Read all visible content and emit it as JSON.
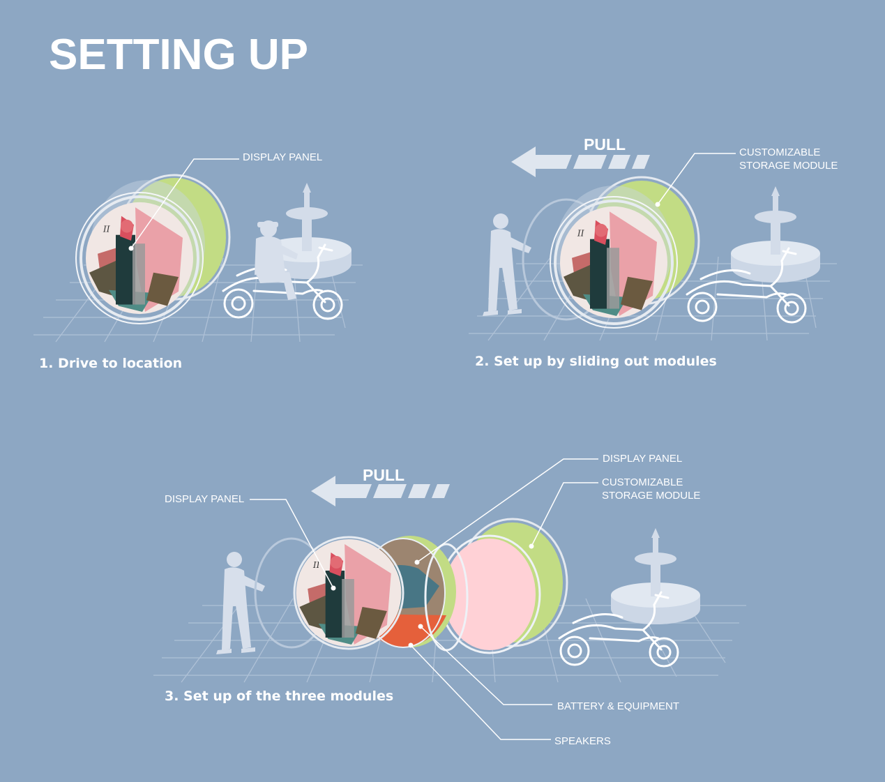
{
  "title": "SETTING UP",
  "panel1": {
    "label_display": "DISPLAY PANEL",
    "step": "1. Drive to location"
  },
  "panel2": {
    "pull": "PULL",
    "label_storage_line1": "CUSTOMIZABLE",
    "label_storage_line2": "STORAGE MODULE",
    "step": "2. Set up by sliding out modules"
  },
  "panel3": {
    "pull": "PULL",
    "label_display_left": "DISPLAY PANEL",
    "label_display_right": "DISPLAY PANEL",
    "label_storage_line1": "CUSTOMIZABLE",
    "label_storage_line2": "STORAGE MODULE",
    "label_battery": "BATTERY & EQUIPMENT",
    "label_speakers": "SPEAKERS",
    "step": "3. Set up of the three modules"
  },
  "colors": {
    "background": "#8da7c3",
    "storage_green": "#c2dc84",
    "speaker_orange": "#e5603b",
    "panel_pink": "#ffd1d6",
    "grid": "#b5c6da",
    "silhouette": "#d7dfeb"
  }
}
